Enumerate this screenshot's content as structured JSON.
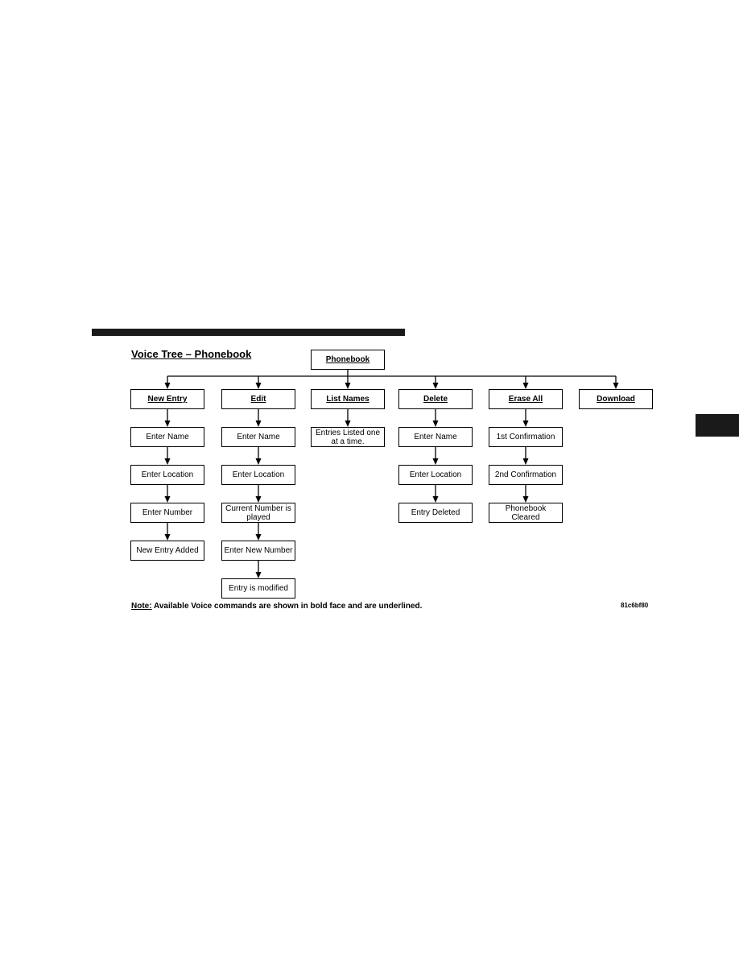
{
  "title": "Voice Tree – Phonebook",
  "root": "Phonebook",
  "columns": [
    {
      "id": "new-entry",
      "label": "New Entry",
      "steps": [
        "Enter Name",
        "Enter Location",
        "Enter Number",
        "New Entry Added"
      ]
    },
    {
      "id": "edit",
      "label": "Edit",
      "steps": [
        "Enter Name",
        "Enter Location",
        "Current Number is played",
        "Enter New Number",
        "Entry is modified"
      ]
    },
    {
      "id": "list-names",
      "label": "List Names",
      "steps": [
        "Entries Listed one at a time."
      ]
    },
    {
      "id": "delete",
      "label": "Delete",
      "steps": [
        "Enter Name",
        "Enter Location",
        "Entry Deleted"
      ]
    },
    {
      "id": "erase-all",
      "label": "Erase All",
      "steps": [
        "1st Confirmation",
        "2nd Confirmation",
        "Phonebook Cleared"
      ]
    },
    {
      "id": "download",
      "label": "Download",
      "steps": []
    }
  ],
  "note": {
    "label": "Note:",
    "text": " Available Voice commands are shown in bold face and are underlined."
  },
  "figure_code": "81c6bf80"
}
